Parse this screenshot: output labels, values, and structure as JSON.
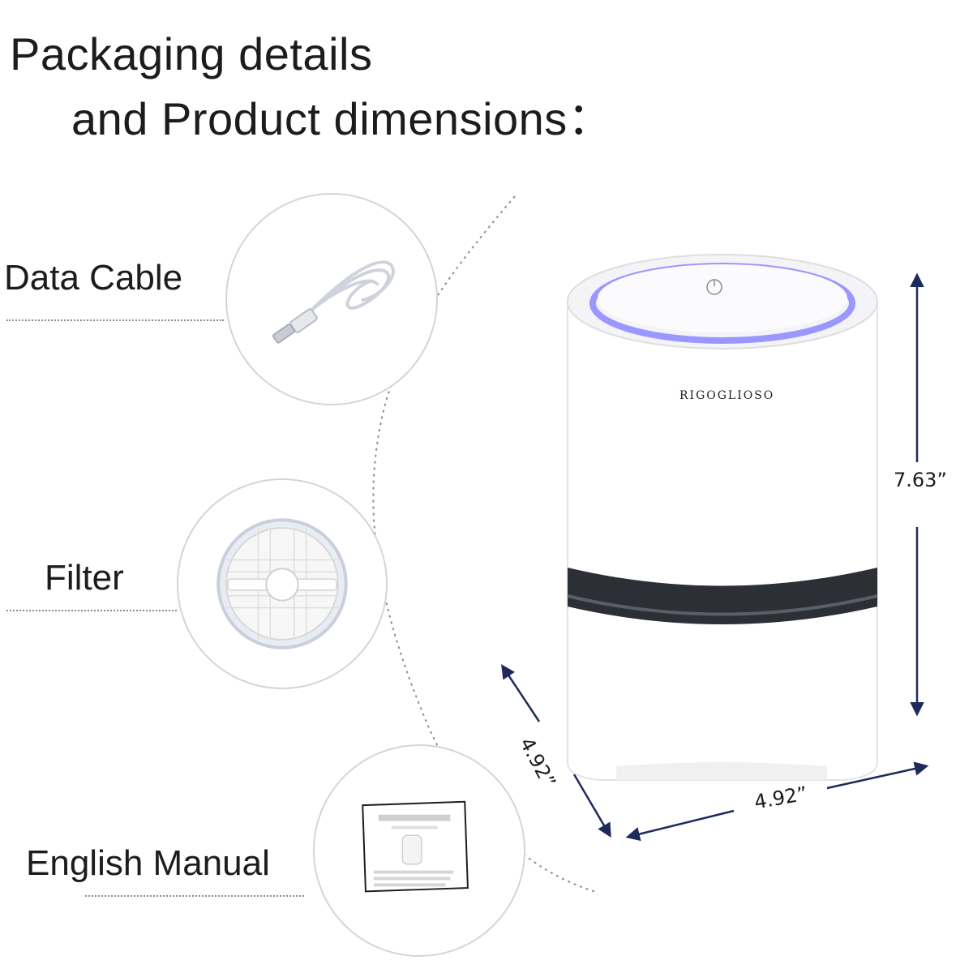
{
  "heading": {
    "line1": "Packaging details",
    "line2": "and Product dimensions："
  },
  "items": [
    {
      "label": "Data Cable",
      "icon": "usb-cable-icon"
    },
    {
      "label": "Filter",
      "icon": "hepa-filter-icon"
    },
    {
      "label": "English Manual",
      "icon": "user-manual-icon"
    }
  ],
  "product": {
    "brand": "RIGOGLIOSO",
    "height": "7.63”",
    "depth": "4.92”",
    "width": "4.92”",
    "arrow_color": "#1f2a5c",
    "glow_color": "#8a86ff"
  }
}
